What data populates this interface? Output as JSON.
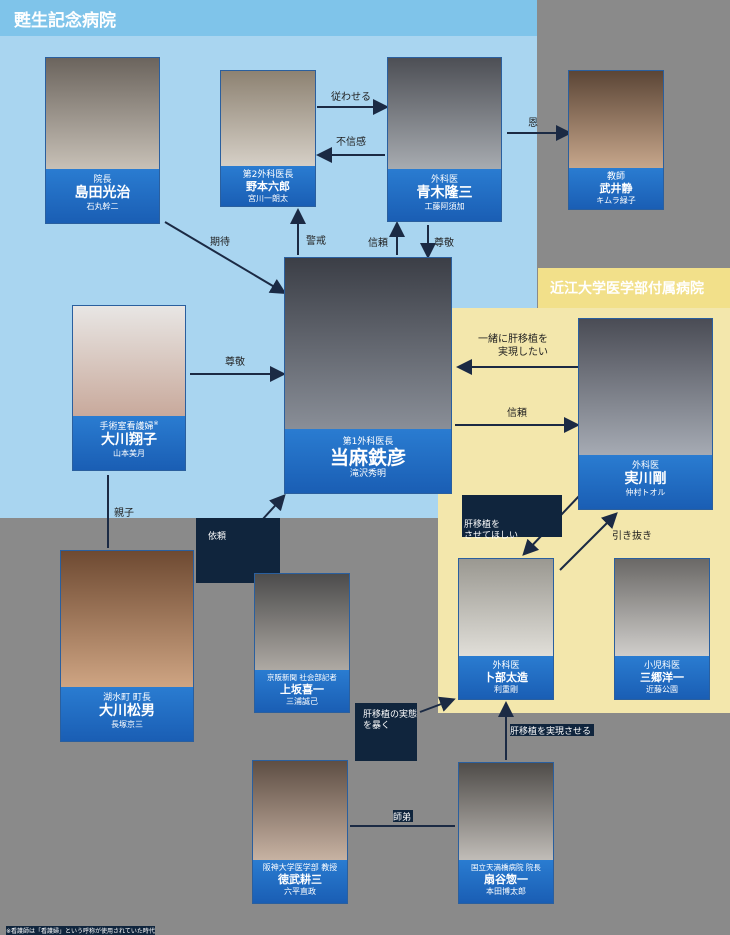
{
  "hospitals": {
    "main": "甦生記念病院",
    "oumi": "近江大学医学部付属病院"
  },
  "people": {
    "shimada": {
      "role": "院長",
      "name": "島田光治",
      "actor": "石丸幹二"
    },
    "nomoto": {
      "role": "第2外科医長",
      "name": "野本六郎",
      "actor": "宮川一朗太"
    },
    "aoki": {
      "role": "外科医",
      "name": "青木隆三",
      "actor": "工藤阿須加"
    },
    "takei": {
      "role": "教師",
      "name": "武井静",
      "actor": "キムラ緑子"
    },
    "ookawa_s": {
      "role": "手術室看護婦",
      "mark": "※",
      "name": "大川翔子",
      "actor": "山本美月"
    },
    "touma": {
      "role": "第1外科医長",
      "name": "当麻鉄彦",
      "actor": "滝沢秀明"
    },
    "jitsukawa": {
      "role": "外科医",
      "name": "実川剛",
      "actor": "仲村トオル"
    },
    "ookawa_m": {
      "role": "湖水町 町長",
      "name": "大川松男",
      "actor": "長塚京三"
    },
    "uesaka": {
      "role": "京阪新聞 社会部記者",
      "name": "上坂喜一",
      "actor": "三浦誠己"
    },
    "urabe": {
      "role": "外科医",
      "name": "卜部太造",
      "actor": "利重剛"
    },
    "misato": {
      "role": "小児科医",
      "name": "三郷洋一",
      "actor": "近藤公園"
    },
    "tokutake": {
      "role": "阪神大学医学部 教授",
      "name": "徳武耕三",
      "actor": "六平直政"
    },
    "ougiya": {
      "role": "国立天満橋病院 院長",
      "name": "扇谷惣一",
      "actor": "本田博太郎"
    }
  },
  "relations": {
    "shitagawaseru": "従わせる",
    "fushinkan": "不信感",
    "on": "恩",
    "kitai": "期待",
    "keikai": "警戒",
    "shinrai1": "信頼",
    "sonkei1": "尊敬",
    "sonkei2": "尊敬",
    "isshoni": "一緒に肝移植を\n実現したい",
    "shinrai2": "信頼",
    "oyako": "親子",
    "hikinuki": "引き抜き",
    "box1": "依頼",
    "box2": "肝移植を\nさせてほしい",
    "box3": "肝移植の実態\nを暴く",
    "box4": "肝移植を実現させる",
    "box5": "師弟"
  },
  "footnote": "※看護師は「看護婦」という呼称が使用されていた時代"
}
